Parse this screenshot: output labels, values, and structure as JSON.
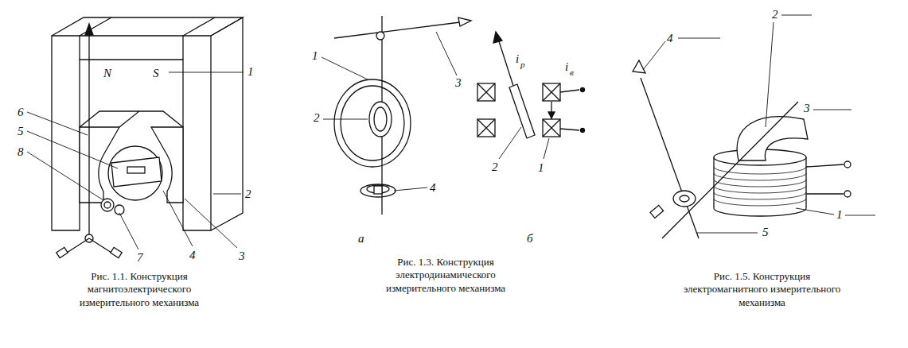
{
  "diagram": {
    "labels": [
      "N",
      "S",
      "1",
      "2",
      "3",
      "4",
      "5",
      "6",
      "7",
      "8",
      "1",
      "2",
      "3",
      "4",
      "а",
      "б",
      "i",
      "р",
      "i",
      "в",
      "2",
      "1",
      "4",
      "2",
      "3",
      "1",
      "5",
      "Рис. 1.1. Конструкция магнитоэлектрического измерительного механизма",
      "Рис. 1.3. Конструкция электродинамического измерительного механизма",
      "Рис. 1.5. Конструкция электромагнитного измерительного механизма"
    ]
  }
}
